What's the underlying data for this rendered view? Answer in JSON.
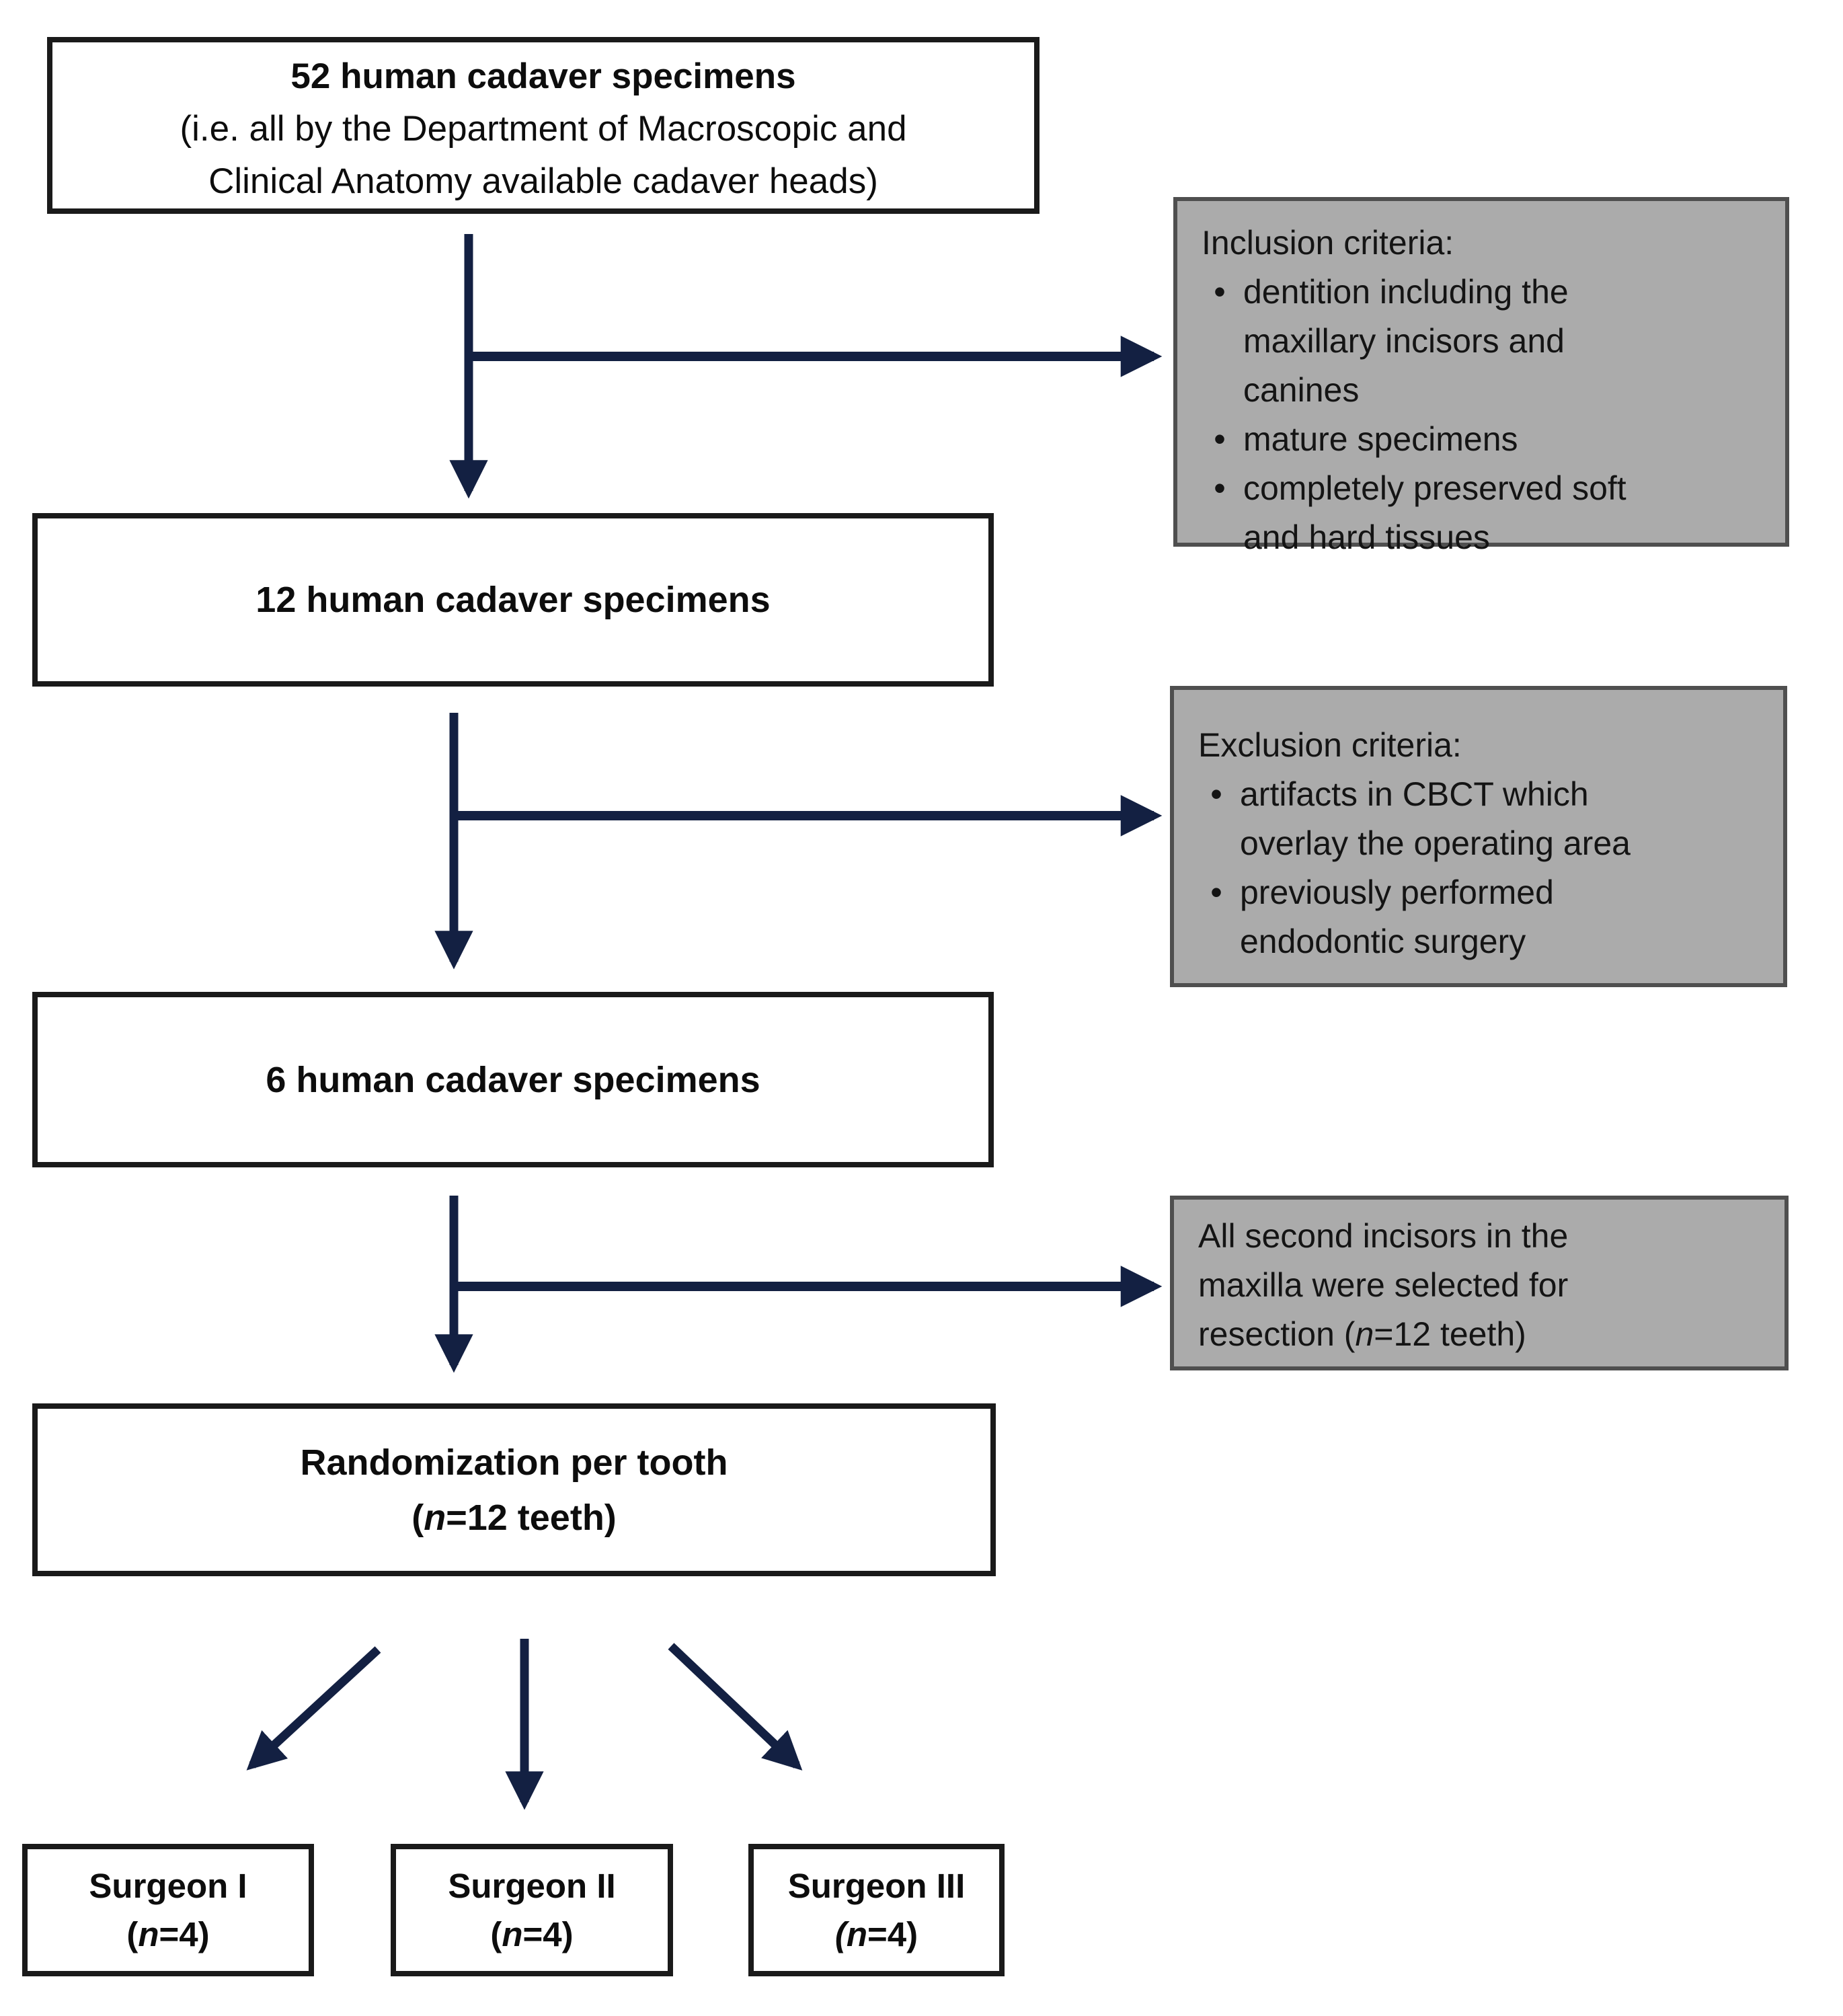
{
  "page": {
    "background": "#ffffff"
  },
  "colors": {
    "arrow": "#132042",
    "white_box_border": "#1a1a1a",
    "gray_box_fill": "#ababab",
    "gray_box_border": "#4f4f4f",
    "text": "#0d0d0d"
  },
  "glyphs": {
    "bullet": "•"
  },
  "flow_boxes": {
    "specimens_52": {
      "title": "52 human cadaver specimens",
      "lines": [
        "(i.e. all by the Department of Macroscopic and",
        "Clinical Anatomy available cadaver heads)"
      ]
    },
    "specimens_12": {
      "title": "12 human cadaver specimens"
    },
    "specimens_6": {
      "title": "6 human cadaver specimens"
    },
    "randomization": {
      "title": "Randomization per tooth",
      "count_prefix": "(",
      "count_n": "n",
      "count_suffix": "=12 teeth)"
    }
  },
  "surgeon_boxes": [
    {
      "title": "Surgeon I",
      "count_prefix": "(",
      "count_n": "n",
      "count_suffix": "=4)"
    },
    {
      "title": "Surgeon II",
      "count_prefix": "(",
      "count_n": "n",
      "count_suffix": "=4)"
    },
    {
      "title": "Surgeon III",
      "count_prefix": "(",
      "count_n": "n",
      "count_suffix": "=4)"
    }
  ],
  "side_notes": {
    "inclusion": {
      "title": "Inclusion criteria:",
      "bullets": [
        {
          "lines": [
            "dentition including the",
            "maxillary incisors and",
            "canines"
          ]
        },
        {
          "lines": [
            "mature specimens"
          ]
        },
        {
          "lines": [
            "completely preserved soft",
            "and hard tissues"
          ]
        }
      ]
    },
    "exclusion": {
      "title": "Exclusion criteria:",
      "bullets": [
        {
          "lines": [
            "artifacts in CBCT which",
            "overlay the operating area"
          ]
        },
        {
          "lines": [
            "previously performed",
            "endodontic surgery"
          ]
        }
      ]
    },
    "selection": {
      "lines": [
        "All second incisors in the",
        "maxilla were selected for"
      ],
      "last_line_prefix": "resection (",
      "last_line_n": "n",
      "last_line_suffix": "=12 teeth)"
    }
  }
}
